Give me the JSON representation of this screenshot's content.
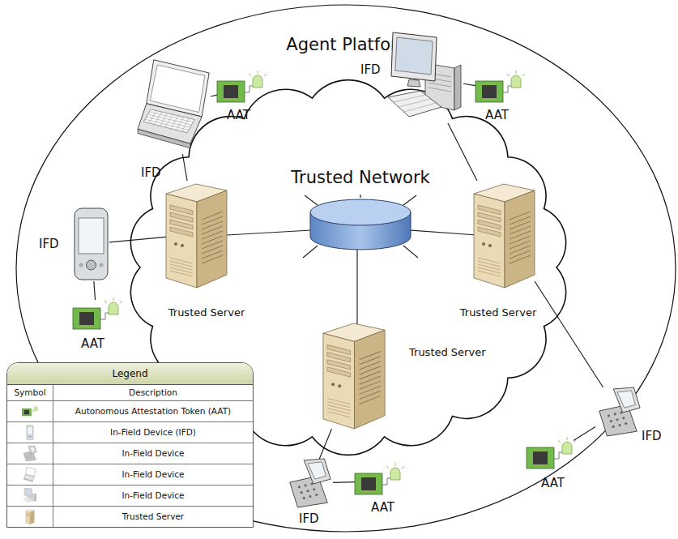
{
  "diagram": {
    "nodes": [
      {
        "text": [
          "Agent Platform"
        ]
      },
      {
        "text": [
          "Trusted Network"
        ],
        "in": 0
      },
      {
        "text": [
          "Trusted Server"
        ],
        "in": 1
      },
      {
        "text": [
          "Trusted Server"
        ],
        "in": 1
      },
      {
        "text": [
          "Trusted Server"
        ],
        "in": 1
      },
      {
        "text": [
          "IFD"
        ],
        "in": 0
      },
      {
        "text": [
          "AAT"
        ],
        "in": 0
      },
      {
        "text": [
          "IFD"
        ],
        "in": 0
      },
      {
        "text": [
          "AAT"
        ],
        "in": 0
      },
      {
        "text": [
          "IFD"
        ],
        "in": 0
      },
      {
        "text": [
          "AAT"
        ],
        "in": 0
      },
      {
        "text": [
          "IFD"
        ],
        "in": 0
      },
      {
        "text": [
          "AAT"
        ],
        "in": 0
      },
      {
        "text": [
          "IFD"
        ],
        "in": 0
      },
      {
        "text": [
          "AAT"
        ],
        "in": 0
      }
    ],
    "edges": [
      {
        "from": 5,
        "to": 2,
        "arrow": "none"
      },
      {
        "from": 5,
        "to": 6,
        "arrow": "none"
      },
      {
        "from": 7,
        "to": 3,
        "arrow": "none"
      },
      {
        "from": 7,
        "to": 8,
        "arrow": "none"
      },
      {
        "from": 9,
        "to": 2,
        "arrow": "none"
      },
      {
        "from": 9,
        "to": 10,
        "arrow": "none"
      },
      {
        "from": 11,
        "to": 3,
        "arrow": "none"
      },
      {
        "from": 11,
        "to": 12,
        "arrow": "none"
      },
      {
        "from": 13,
        "to": 4,
        "arrow": "none"
      },
      {
        "from": 13,
        "to": 14,
        "arrow": "none"
      }
    ],
    "labels": [
      "Legend",
      "Symbol",
      "Description"
    ],
    "legend": [
      {
        "text": "Autonomous Attestation Token (AAT)"
      },
      {
        "text": "In-Field Device (IFD)"
      },
      {
        "text": "In-Field Device"
      },
      {
        "text": "In-Field Device"
      },
      {
        "text": "In-Field Device"
      },
      {
        "text": "Trusted Server"
      }
    ]
  }
}
